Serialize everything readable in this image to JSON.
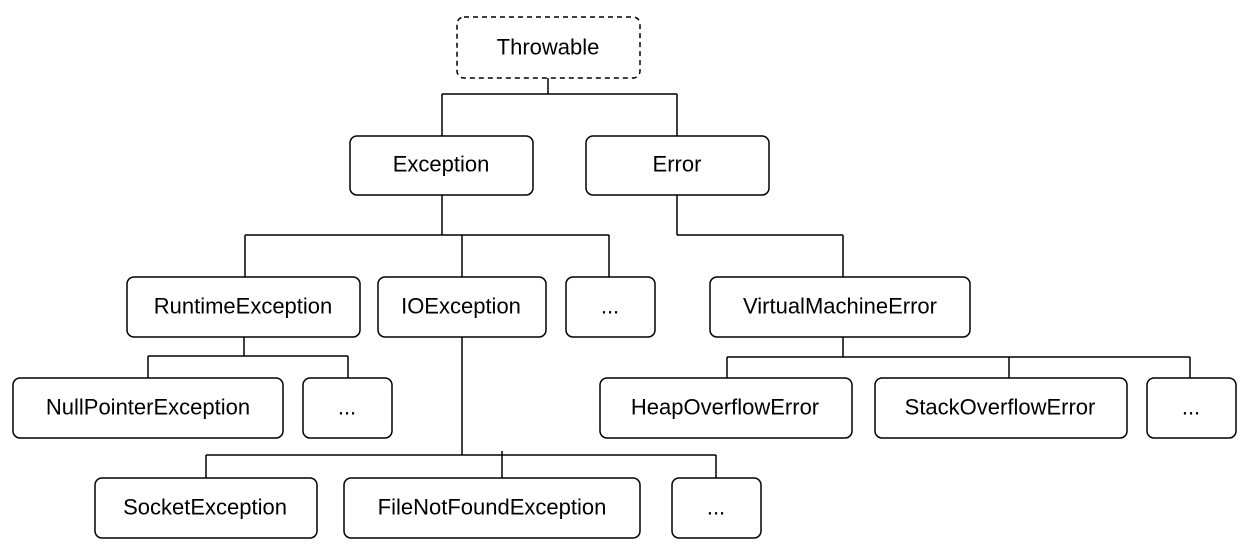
{
  "nodes": {
    "throwable": "Throwable",
    "exception": "Exception",
    "error": "Error",
    "runtime_exception": "RuntimeException",
    "io_exception": "IOException",
    "exception_more": "...",
    "virtual_machine_error": "VirtualMachineError",
    "null_pointer_exception": "NullPointerException",
    "runtime_more": "...",
    "heap_overflow_error": "HeapOverflowError",
    "stack_overflow_error": "StackOverflowError",
    "vm_error_more": "...",
    "socket_exception": "SocketException",
    "file_not_found_exception": "FileNotFoundException",
    "io_more": "..."
  }
}
